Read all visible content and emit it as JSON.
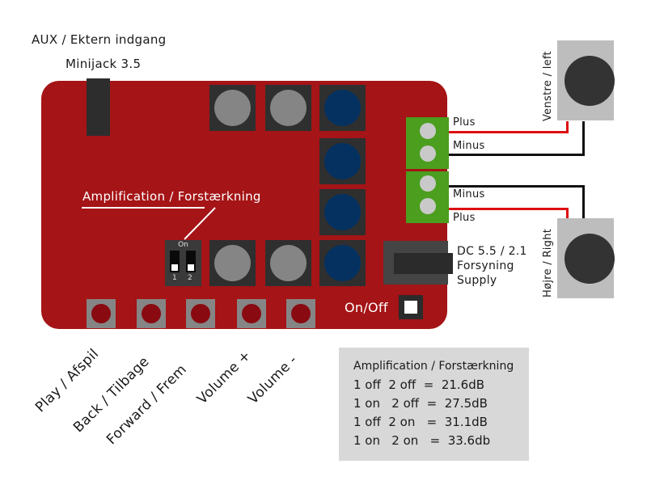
{
  "labels": {
    "aux_title": "AUX / Ektern indgang",
    "aux_sub": "Minijack 3.5",
    "amplification": "Amplification / Forstærkning",
    "dip_on": "On",
    "dip_1": "1",
    "dip_2": "2",
    "dc_line1": "DC 5.5 / 2.1",
    "dc_line2": "Forsyning",
    "dc_line3": "Supply",
    "on_off": "On/Off",
    "speaker_left": "Venstre / left",
    "speaker_right": "Højre / Right",
    "terminal_left": {
      "plus": "Plus",
      "minus": "Minus"
    },
    "terminal_right": {
      "minus": "Minus",
      "plus": "Plus"
    }
  },
  "buttons": [
    {
      "label": "Play / Afspil"
    },
    {
      "label": "Back / Tilbage"
    },
    {
      "label": "Forward / Frem"
    },
    {
      "label": "Volume +"
    },
    {
      "label": "Volume -"
    }
  ],
  "amp_table": {
    "title": "Amplification / Forstærkning",
    "rows": [
      "1 off  2 off  =  21.6dB",
      "1 on   2 off  =  27.5dB",
      "1 off  2 on   =  31.1dB",
      "1 on   2 on   =  33.6db"
    ]
  },
  "colors": {
    "board": "#a51416",
    "terminal": "#4b9e1e",
    "wire_plus": "#dd0f10",
    "wire_minus": "#111111",
    "cap_grey": "#858585",
    "cap_blue": "#043160"
  }
}
